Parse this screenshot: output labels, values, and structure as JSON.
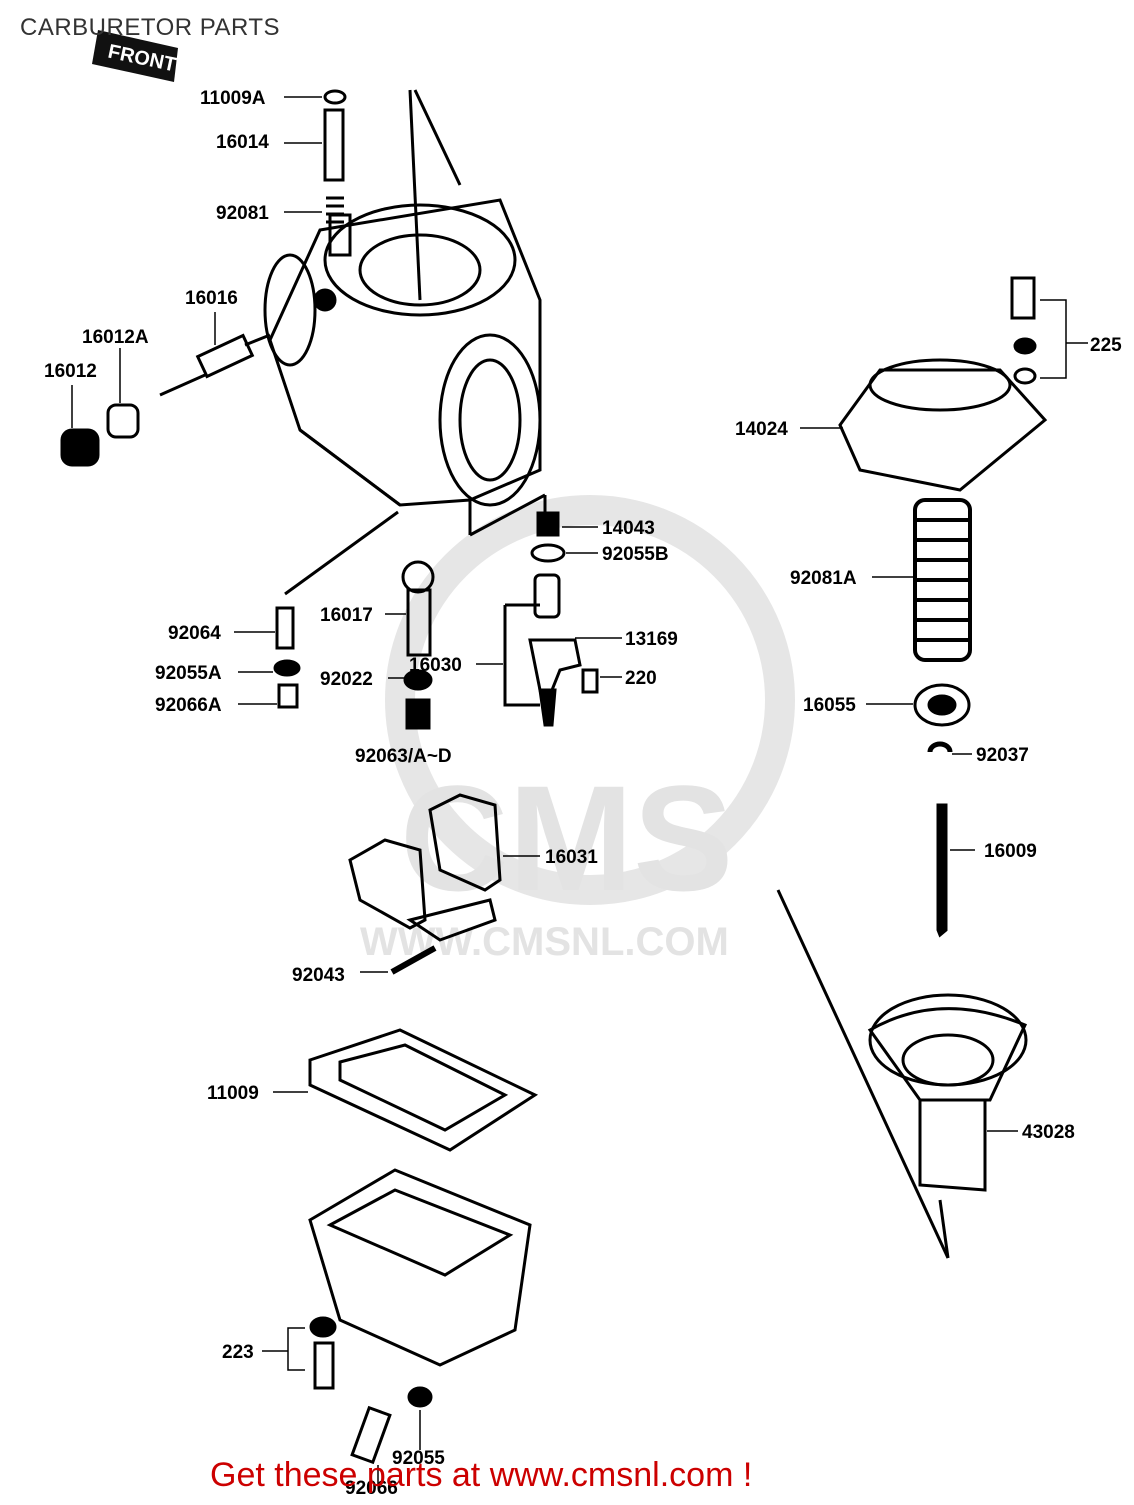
{
  "title": "CARBURETOR PARTS",
  "front_tag": "FRONT",
  "watermark": {
    "logo": "CMS",
    "url": "WWW.CMSNL.COM"
  },
  "footer": "Get these parts at www.cmsnl.com !",
  "labels": {
    "l11009A": "11009A",
    "l16014": "16014",
    "l92081": "92081",
    "l16016": "16016",
    "l16012A": "16012A",
    "l16012": "16012",
    "l225": "225",
    "l14024": "14024",
    "l14043": "14043",
    "l92055B": "92055B",
    "l92081A": "92081A",
    "l16017": "16017",
    "l13169": "13169",
    "l92064": "92064",
    "l16030": "16030",
    "l220": "220",
    "l92055A": "92055A",
    "l92022": "92022",
    "l92066A": "92066A",
    "l16055": "16055",
    "l92063": "92063/A~D",
    "l92037": "92037",
    "l16031": "16031",
    "l16009": "16009",
    "l92043": "92043",
    "l11009": "11009",
    "l43028": "43028",
    "l223": "223",
    "l92055": "92055",
    "l92066": "92066"
  }
}
